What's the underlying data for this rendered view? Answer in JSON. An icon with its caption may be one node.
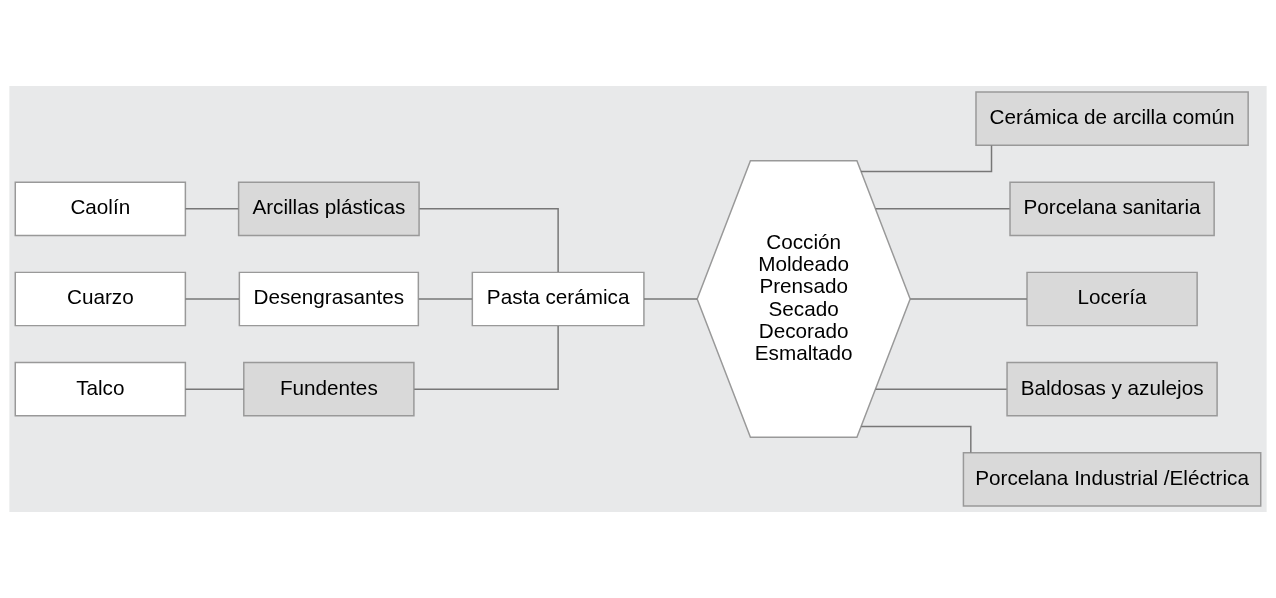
{
  "diagram": {
    "nodes": [
      {
        "text": [
          "Caolín"
        ]
      },
      {
        "text": [
          "Arcillas plásticas"
        ]
      },
      {
        "text": [
          "Cuarzo"
        ]
      },
      {
        "text": [
          "Desengrasantes"
        ]
      },
      {
        "text": [
          "Talco"
        ]
      },
      {
        "text": [
          "Fundentes"
        ]
      },
      {
        "text": [
          "Pasta cerámica"
        ]
      },
      {
        "text": [
          "Cocción",
          "Moldeado",
          "Prensado",
          "Secado",
          "Decorado",
          "Esmaltado"
        ]
      },
      {
        "text": [
          "Cerámica de arcilla común"
        ]
      },
      {
        "text": [
          "Porcelana sanitaria"
        ]
      },
      {
        "text": [
          "Locería"
        ]
      },
      {
        "text": [
          "Baldosas y azulejos"
        ]
      },
      {
        "text": [
          "Porcelana Industrial /Eléctrica"
        ]
      }
    ],
    "edges": [
      {
        "from": 0,
        "to": 1,
        "arrow": "none"
      },
      {
        "from": 2,
        "to": 3,
        "arrow": "none"
      },
      {
        "from": 4,
        "to": 5,
        "arrow": "none"
      },
      {
        "from": 1,
        "to": 6,
        "arrow": "none"
      },
      {
        "from": 3,
        "to": 6,
        "arrow": "none"
      },
      {
        "from": 5,
        "to": 6,
        "arrow": "none"
      },
      {
        "from": 6,
        "to": 7,
        "arrow": "none"
      },
      {
        "from": 7,
        "to": 8,
        "arrow": "none"
      },
      {
        "from": 7,
        "to": 9,
        "arrow": "none"
      },
      {
        "from": 7,
        "to": 10,
        "arrow": "none"
      },
      {
        "from": 7,
        "to": 11,
        "arrow": "none"
      },
      {
        "from": 7,
        "to": 12,
        "arrow": "none"
      }
    ]
  }
}
